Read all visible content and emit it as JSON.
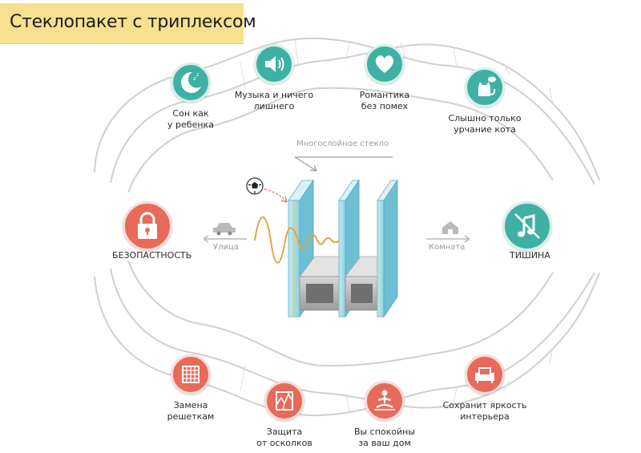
{
  "title": "Стеклопакет с триплексом",
  "diagram": {
    "top_benefits": [
      {
        "label": "Сон как\nу ребенка",
        "icon": "moon-sleep-icon"
      },
      {
        "label": "Музыка и ничего\nлишнего",
        "icon": "speaker-icon"
      },
      {
        "label": "Романтика\nбез помех",
        "icon": "heart-icon"
      },
      {
        "label": "Слышно только\nурчание кота",
        "icon": "cat-icon"
      }
    ],
    "bottom_benefits": [
      {
        "label": "Замена\nрешеткам",
        "icon": "grid-bars-icon"
      },
      {
        "label": "Защита\nот осколков",
        "icon": "shattered-glass-icon"
      },
      {
        "label": "Вы спокойны\nза ваш дом",
        "icon": "meditation-icon"
      },
      {
        "label": "Сохранит яркость\nинтерьера",
        "icon": "armchair-icon"
      }
    ],
    "left": {
      "label": "БЕЗОПАСТНОСТЬ",
      "icon": "padlock-icon"
    },
    "right": {
      "label": "ТИШИНА",
      "icon": "muted-note-icon"
    },
    "street_label": "Улица",
    "room_label": "Комната",
    "glass_label": "Многослойное стекло",
    "colors": {
      "teal": "#3fb0a4",
      "red": "#e76a5a",
      "banner": "#f7e08e",
      "glass": "#7cc8da"
    }
  }
}
